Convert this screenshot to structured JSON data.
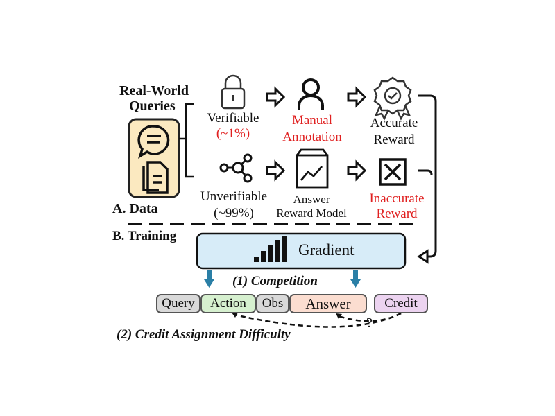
{
  "header": {
    "real_world_queries_line1": "Real-World",
    "real_world_queries_line2": "Queries"
  },
  "verifiable": {
    "label": "Verifiable",
    "percent": "(~1%)"
  },
  "unverifiable": {
    "label": "Unverifiable",
    "percent": "(~99%)"
  },
  "manual_annotation": {
    "line1": "Manual",
    "line2": "Annotation"
  },
  "accurate_reward": {
    "line1": "Accurate",
    "line2": "Reward"
  },
  "answer_reward_model": {
    "line1": "Answer",
    "line2": "Reward Model"
  },
  "inaccurate_reward": {
    "line1": "Inaccurate",
    "line2": "Reward"
  },
  "sections": {
    "data": "A. Data",
    "training": "B. Training"
  },
  "gradient": {
    "label": "Gradient"
  },
  "competition": {
    "label": "(1) Competition"
  },
  "tokens": {
    "query": "Query",
    "action": "Action",
    "obs": "Obs",
    "answer": "Answer",
    "credit": "Credit"
  },
  "question_mark": "?",
  "credit_assignment": {
    "label": "(2) Credit Assignment Difficulty"
  },
  "colors": {
    "red_text": "#e02020",
    "queries_box": "#fbe9c0",
    "gradient_box": "#d7ecf8",
    "blue_arrow": "#2a7fa6",
    "action_fill": "#d6f0cf",
    "answer_fill": "#fbddd0",
    "credit_fill": "#ecd3f0",
    "gray_fill": "#d9d9d9"
  }
}
